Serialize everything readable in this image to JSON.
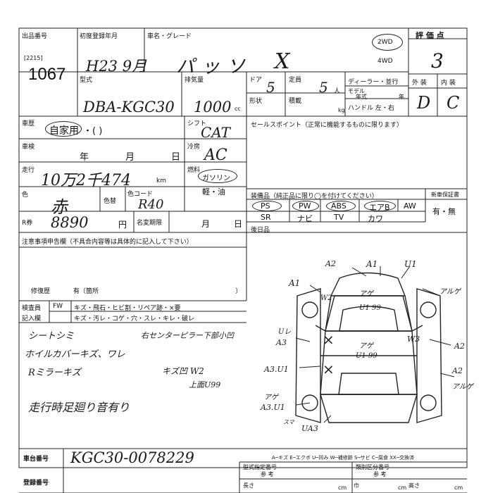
{
  "header": {
    "lot_label": "出品番号",
    "lot_sub": "[2215]",
    "lot_number": "1067",
    "first_reg_label": "初度登録年月",
    "first_reg_value": "H23 9月",
    "car_name_label": "車名・グレード",
    "car_name_value": "パッソ",
    "grade_value": "X",
    "drive_2wd": "2WD",
    "drive_4wd": "4WD",
    "score_label": "評 価 点",
    "score_value": "3",
    "exterior_label": "外 装",
    "interior_label": "内 装",
    "exterior_value": "D",
    "interior_value": "C"
  },
  "spec": {
    "type_label": "型式",
    "type_value": "DBA-KGC30",
    "displacement_label": "排気量",
    "displacement_value": "1000",
    "displacement_unit": "cc",
    "door_label": "ドア",
    "door_value": "5",
    "shape_label": "形状",
    "capacity_label": "定員",
    "capacity_value": "5",
    "capacity_unit": "人",
    "load_label": "積載",
    "load_unit": "kg",
    "dealer_label": "ディーラー・並行",
    "model_label": "モデル",
    "model_year_label": "年式",
    "model_year_unit": "年",
    "handle_label": "ハンドル 左・右"
  },
  "registration": {
    "reg_label": "車歴",
    "reg_value": "自家用",
    "reg_paren": "・(              )",
    "shift_label": "シフト",
    "shift_value": "CAT",
    "inspection_label": "車検",
    "inspection_year": "年",
    "inspection_month": "月",
    "inspection_day": "日",
    "ac_label": "冷房",
    "ac_value": "AC",
    "mileage_label": "走行",
    "mileage_value": "10万2千474",
    "mileage_unit": "km",
    "fuel_label": "燃料",
    "fuel_gas": "ガソリン",
    "fuel_diesel": "軽・油",
    "color_label": "色",
    "color_value": "赤",
    "repaint_label": "色替",
    "color_code_label": "色コード",
    "color_code_value": "R40",
    "recycle_label": "R券",
    "recycle_value": "8890",
    "recycle_unit": "円",
    "name_change_label": "名変期限",
    "name_change_month": "月",
    "name_change_day": "日"
  },
  "sales": {
    "sales_point_label": "セールスポイント（正常に機能するものに限ります）",
    "equipment_label": "装備品（純正品に限り◯を付けてください）",
    "new_car_warranty_label": "新車保証書",
    "warranty_value": "有・無",
    "equipment_items": [
      "PS",
      "PW",
      "ABS",
      "エアB",
      "AW",
      "SR",
      "ナビ",
      "TV",
      "カワ"
    ],
    "retrofit_label": "後日品"
  },
  "notes": {
    "caution_label": "注意事項申告欄（不具合内容等は具体的に記入して下さい）",
    "repair_label": "修復歴",
    "repair_value": "有〔箇所",
    "repair_close": "〕"
  },
  "inspector": {
    "inspector_label": "検査員",
    "entry_label": "記入欄",
    "fw_label": "FW",
    "row1": "キズ・飛石・ヒビ割・リペア跡・×要",
    "row2": "キズ・汚レ・コゲ・穴・スレ・キレ・破レ"
  },
  "handwritten_notes": {
    "line1": "シートシミ",
    "line1b": "右センターピラー下部小凹",
    "line2": "ホイルカバーキズ、ワレ",
    "line3": "Rミラーキズ",
    "line3b": "キズ凹 W2",
    "line3c": "上面U99",
    "line4": "走行時足廻り音有り"
  },
  "diagram_marks": {
    "a2_top": "A2",
    "a1_top": "A1",
    "u1_top": "U1",
    "a1_left": "A1",
    "w2_left": "W2",
    "ageto": "アゲ",
    "u1_99": "U1 99",
    "aruge_right": "アルゲ",
    "a3_left": "A3",
    "u_left": "Uレ",
    "w3_right": "W3",
    "a2_right": "A2",
    "u1_99b": "U1 99",
    "ageto2": "アゲ",
    "a3u1": "A3.U1",
    "a2_lower_right": "A2",
    "aruge_right2": "アルゲ",
    "ageto3": "アゲ",
    "a3u1b": "A3.U1",
    "ua3": "UA3",
    "small_mark": "スマ"
  },
  "footer": {
    "chassis_label": "車台番号",
    "chassis_value": "KGC30-0078229",
    "legend": "A─キズ  E─エクボ  U─凹み  W─補修跡  S─サビ  C─腐食  XX─交換済",
    "registration_no_label": "登録番号",
    "type_spec_label": "型式指定番号",
    "classification_label": "類別区分番号",
    "ref_label": "参 考",
    "ref_label2": "参 考",
    "length_label": "長さ",
    "width_label": "巾",
    "height_label": "高さ",
    "cm": "cm"
  }
}
